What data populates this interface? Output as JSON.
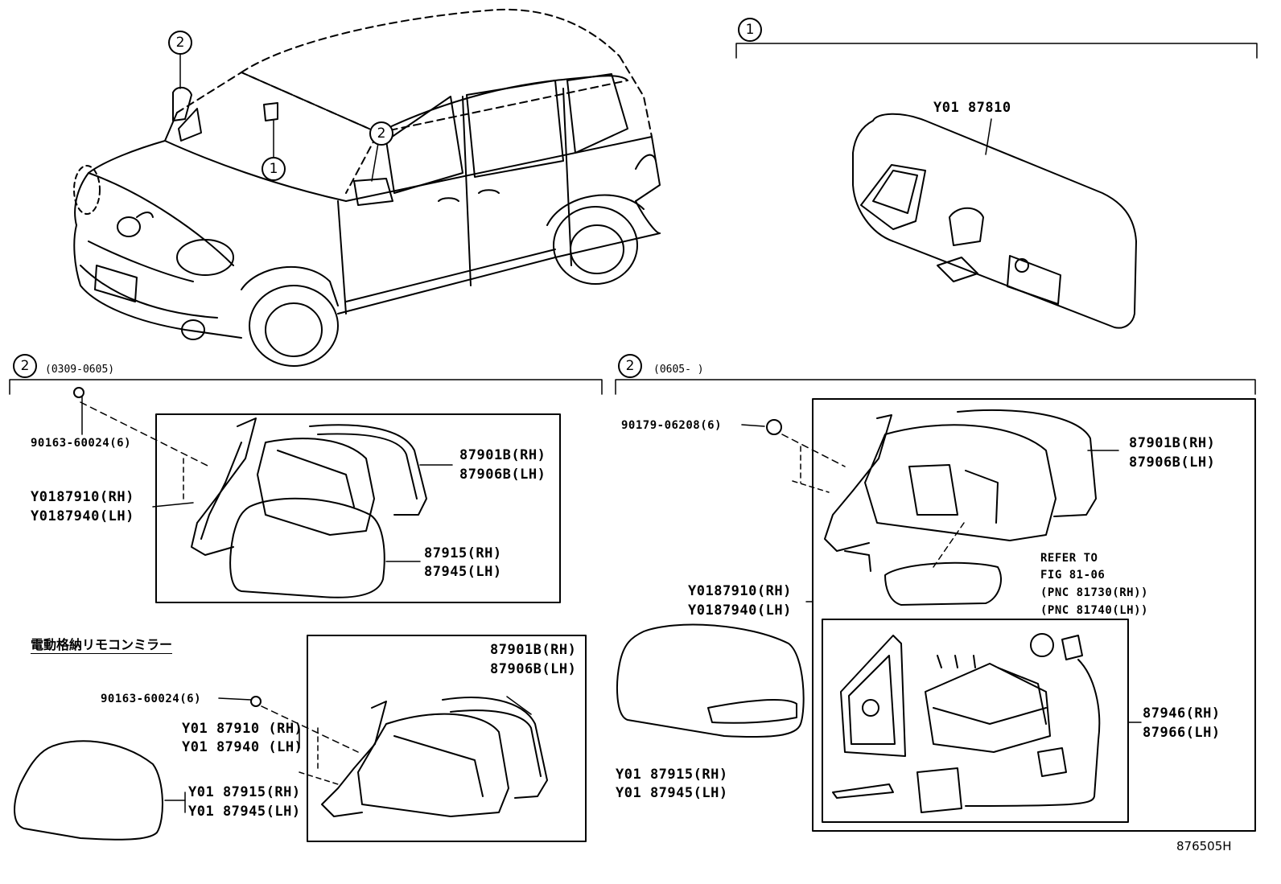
{
  "callouts": {
    "one": "1",
    "two": "2"
  },
  "sections": {
    "inner_mirror": {
      "part": "Y01 87810"
    },
    "outer_a": {
      "range": "(0309-0605)",
      "bolt": "90163-60024(6)",
      "mirror_rh": "Y0187910(RH)",
      "mirror_lh": "Y0187940(LH)",
      "outer_rh": "87901B(RH)",
      "outer_lh": "87906B(LH)",
      "cover_rh": "87915(RH)",
      "cover_lh": "87945(LH)"
    },
    "outer_b": {
      "range": "(0605-      )",
      "nut": "90179-06208(6)",
      "outer_rh": "87901B(RH)",
      "outer_lh": "87906B(LH)",
      "mirror_rh": "Y0187910(RH)",
      "mirror_lh": "Y0187940(LH)",
      "refer_1": "REFER TO",
      "refer_2": "FIG 81-06",
      "refer_3": "(PNC 81730(RH))",
      "refer_4": "(PNC 81740(LH))",
      "cover_rh": "Y01 87915(RH)",
      "cover_lh": "Y01 87945(LH)",
      "motor_rh": "87946(RH)",
      "motor_lh": "87966(LH)"
    },
    "outer_c": {
      "title": "電動格納リモコンミラー",
      "outer_rh": "87901B(RH)",
      "outer_lh": "87906B(LH)",
      "bolt": "90163-60024(6)",
      "mirror_rh": "Y01 87910 (RH)",
      "mirror_lh": "Y01 87940 (LH)",
      "cover_rh": "Y01 87915(RH)",
      "cover_lh": "Y01 87945(LH)"
    }
  },
  "figure_number": "876505H"
}
